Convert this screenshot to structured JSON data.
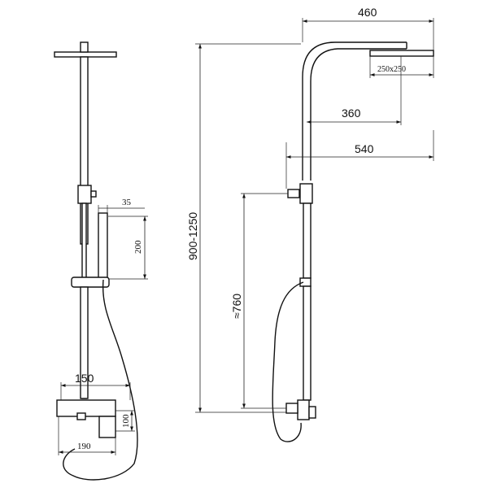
{
  "dimensions": {
    "overall_width": "460",
    "head_size": "250x250",
    "arm_reach": "360",
    "total_reach": "540",
    "height_range": "900-1250",
    "mixer_to_outlet": "≈760",
    "handset_width": "35",
    "handset_length": "200",
    "mixer_depth": "150",
    "mixer_height": "100",
    "mixer_length": "190"
  }
}
